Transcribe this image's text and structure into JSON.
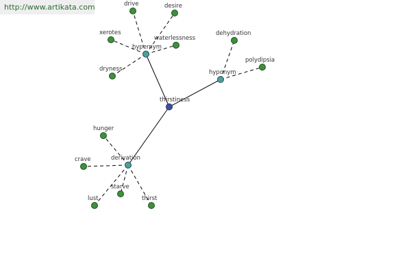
{
  "header": {
    "url": "http://www.artikata.com"
  },
  "colors": {
    "leaf": "#3f8f3f",
    "relation": "#4f9f9a",
    "center": "#3f4f9f",
    "url_text": "#2f6a2f"
  },
  "center": {
    "id": "thirstiness",
    "label": "thirstiness"
  },
  "relations": [
    {
      "id": "hypernym",
      "label": "hypernym",
      "children": [
        "drive",
        "desire",
        "xerotes",
        "waterlessness",
        "dryness"
      ]
    },
    {
      "id": "hyponym",
      "label": "hyponym",
      "children": [
        "dehydration",
        "polydipsia"
      ]
    },
    {
      "id": "derivation",
      "label": "derivation",
      "children": [
        "hunger",
        "crave",
        "starve",
        "lust",
        "thirst"
      ]
    }
  ]
}
